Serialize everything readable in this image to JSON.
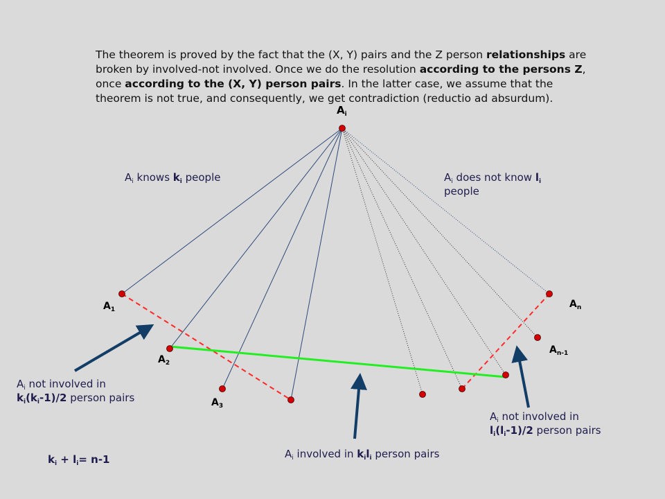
{
  "intro": {
    "p1": "The theorem is proved by the fact that the (X, Y) pairs and the Z person ",
    "b1": "relationships",
    "p2": " are broken by involved-not involved. Once we do the resolution ",
    "b2": "according to the persons Z",
    "p3": ", once ",
    "b3": "according to the (X, Y) person pairs",
    "p4": ". In the latter case, we assume that the theorem is not true, and consequently, we get contradiction (reductio ad absurdum)."
  },
  "nodes": {
    "top": "A",
    "top_sub": "i",
    "a1": "A",
    "a1_sub": "1",
    "a2": "A",
    "a2_sub": "2",
    "a3": "A",
    "a3_sub": "3",
    "an": "A",
    "an_sub": "n",
    "an1": "A",
    "an1_sub": "n-1"
  },
  "knows": {
    "a": "A",
    "a_sub": "i",
    "text": " knows ",
    "k": "k",
    "k_sub": "i",
    "rest": " people"
  },
  "notknow": {
    "a": "A",
    "a_sub": "i",
    "text": " does not know ",
    "l": "l",
    "l_sub": "i",
    "rest": "people"
  },
  "left_note": {
    "a": "A",
    "a_sub": "i",
    "line1": " not involved in",
    "k1": "k",
    "s1": "i",
    "mid": "(k",
    "s2": "i",
    "end": "-1)/2",
    "rest": " person pairs"
  },
  "right_note": {
    "a": "A",
    "a_sub": "i",
    "line1": " not involved in",
    "l1": "l",
    "s1": "i",
    "mid": "(l",
    "s2": "i",
    "end": "-1)/2",
    "rest": " person pairs"
  },
  "center_note": {
    "a": "A",
    "a_sub": "i",
    "text": " involved in ",
    "k": "k",
    "ks": "i",
    "l": "l",
    "ls": "i",
    "rest": " person pairs"
  },
  "equation": {
    "k": "k",
    "ks": "i",
    "plus": " + ",
    "l": "l",
    "ls": "i",
    "rest": "= n-1"
  },
  "colors": {
    "edge": "#2e4a7a",
    "dashed": "#ff2b2b",
    "green": "#22ee22",
    "arrow": "#123d66",
    "node": "#d40000"
  }
}
